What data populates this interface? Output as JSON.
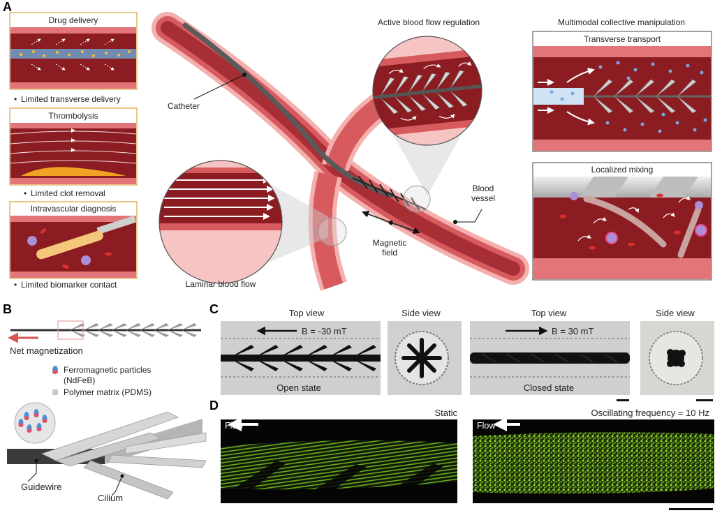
{
  "panel_labels": {
    "a": "A",
    "b": "B",
    "c": "C",
    "d": "D"
  },
  "panel_a": {
    "drug_delivery": {
      "title": "Drug delivery",
      "note": "Limited transverse delivery"
    },
    "thrombolysis": {
      "title": "Thrombolysis",
      "note": "Limited clot removal"
    },
    "diagnosis": {
      "title": "Intravascular diagnosis",
      "note": "Limited biomarker contact"
    },
    "catheter": "Catheter",
    "active_flow": "Active blood flow regulation",
    "laminar": "Laminar blood flow",
    "magnetic_field_l1": "Magnetic",
    "magnetic_field_l2": "field",
    "vessel_l1": "Blood",
    "vessel_l2": "vessel",
    "multimodal": "Multimodal collective manipulation",
    "transverse": "Transverse transport",
    "mixing": "Localized mixing",
    "bullet": "•"
  },
  "panel_b": {
    "net_magnetization": "Net magnetization",
    "ferro_l1": "Ferromagnetic particles",
    "ferro_l2": "(NdFeB)",
    "polymer": "Polymer matrix (PDMS)",
    "guidewire": "Guidewire",
    "cilium": "Cilium"
  },
  "panel_c": {
    "top_view_1": "Top view",
    "side_view_1": "Side view",
    "top_view_2": "Top view",
    "side_view_2": "Side view",
    "field_neg": "B = -30 mT",
    "field_pos": "B = 30 mT",
    "open": "Open state",
    "closed": "Closed state"
  },
  "panel_d": {
    "flow_1": "Flow",
    "flow_2": "Flow",
    "static": "Static",
    "oscillating": "Oscillating frequency = 10 Hz"
  },
  "colors": {
    "vessel_dark": "#8b1c22",
    "vessel_wall": "#e27577",
    "vessel_outer": "#f3b0ae",
    "panel_border": "#d9a23d",
    "particle_blue": "#7aa8e0",
    "drug_yellow": "#f2c22e",
    "clot_orange": "#f0a224",
    "fluor_green": "#8cd62a"
  }
}
